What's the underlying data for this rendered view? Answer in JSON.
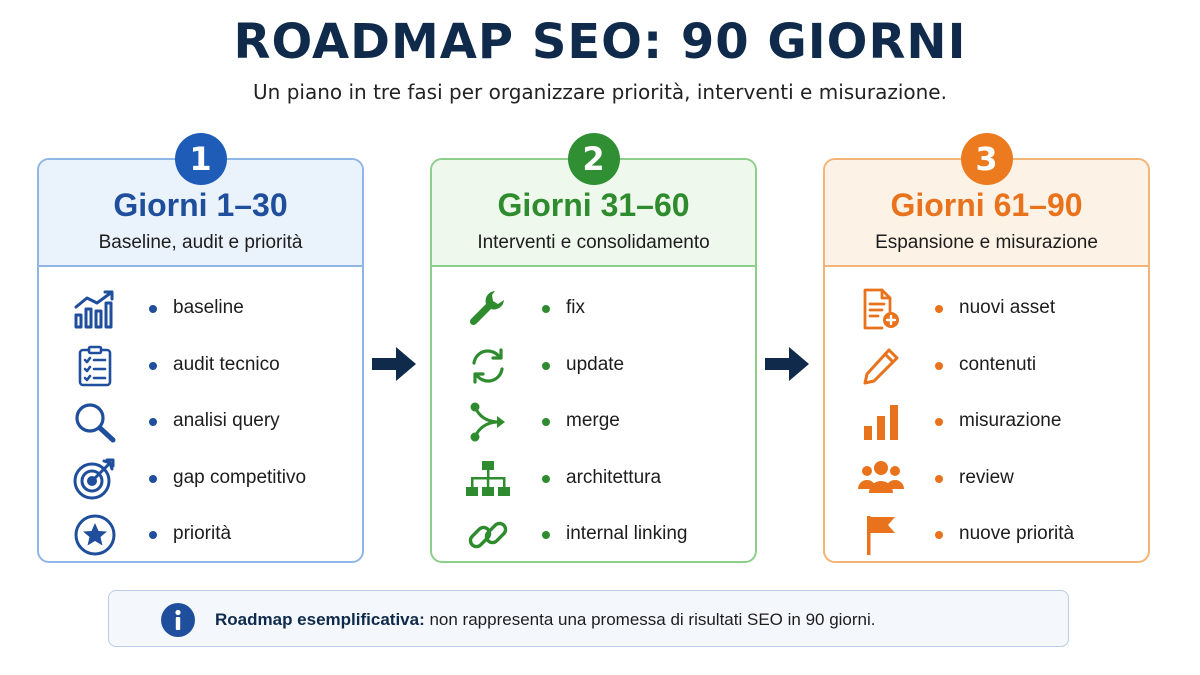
{
  "title": "ROADMAP SEO: 90 GIORNI",
  "subtitle": "Un piano in tre fasi per organizzare priorità, interventi e misurazione.",
  "colors": {
    "blue": "#1f4e9c",
    "green": "#2e8b2e",
    "orange": "#e8731c",
    "navy": "#0f2a4a"
  },
  "phases": [
    {
      "number": "1",
      "period": "Giorni 1–30",
      "description": "Baseline, audit e priorità",
      "items": [
        {
          "icon": "growth-chart-icon",
          "label": "baseline"
        },
        {
          "icon": "checklist-icon",
          "label": "audit tecnico"
        },
        {
          "icon": "search-icon",
          "label": "analisi query"
        },
        {
          "icon": "target-icon",
          "label": "gap competitivo"
        },
        {
          "icon": "star-icon",
          "label": "priorità"
        }
      ]
    },
    {
      "number": "2",
      "period": "Giorni 31–60",
      "description": "Interventi e consolidamento",
      "items": [
        {
          "icon": "wrench-icon",
          "label": "fix"
        },
        {
          "icon": "refresh-icon",
          "label": "update"
        },
        {
          "icon": "merge-icon",
          "label": "merge"
        },
        {
          "icon": "sitemap-icon",
          "label": "architettura"
        },
        {
          "icon": "link-icon",
          "label": "internal linking"
        }
      ]
    },
    {
      "number": "3",
      "period": "Giorni 61–90",
      "description": "Espansione e misurazione",
      "items": [
        {
          "icon": "new-document-icon",
          "label": "nuovi asset"
        },
        {
          "icon": "pencil-icon",
          "label": "contenuti"
        },
        {
          "icon": "bar-chart-icon",
          "label": "misurazione"
        },
        {
          "icon": "team-icon",
          "label": "review"
        },
        {
          "icon": "flag-icon",
          "label": "nuove priorità"
        }
      ]
    }
  ],
  "note": {
    "bold": "Roadmap esemplificativa:",
    "text": " non rappresenta una promessa di risultati SEO in 90 giorni."
  }
}
